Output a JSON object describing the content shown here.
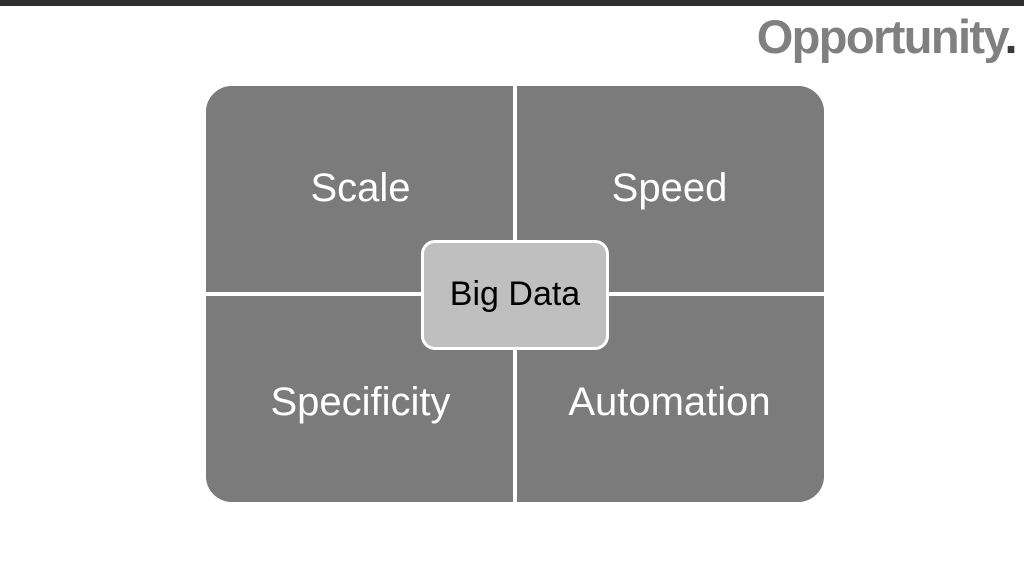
{
  "slide": {
    "title_text": "Opportunity",
    "title_period": ".",
    "background_color": "#ffffff",
    "top_bar_color": "#2e2e2e",
    "title_color": "#808080",
    "title_period_color": "#3a3a3a"
  },
  "diagram": {
    "name": "big-data-quadrant",
    "quadrant_fill_color": "#7b7b7b",
    "quadrant_text_color": "#ffffff",
    "divider_color": "#ffffff",
    "center": {
      "label": "Big Data",
      "fill_color": "#bfbfbf",
      "border_color": "#ffffff",
      "text_color": "#000000"
    },
    "quadrants": [
      {
        "position": "top-left",
        "label": "Scale"
      },
      {
        "position": "top-right",
        "label": "Speed"
      },
      {
        "position": "bottom-left",
        "label": "Specificity"
      },
      {
        "position": "bottom-right",
        "label": "Automation"
      }
    ]
  }
}
